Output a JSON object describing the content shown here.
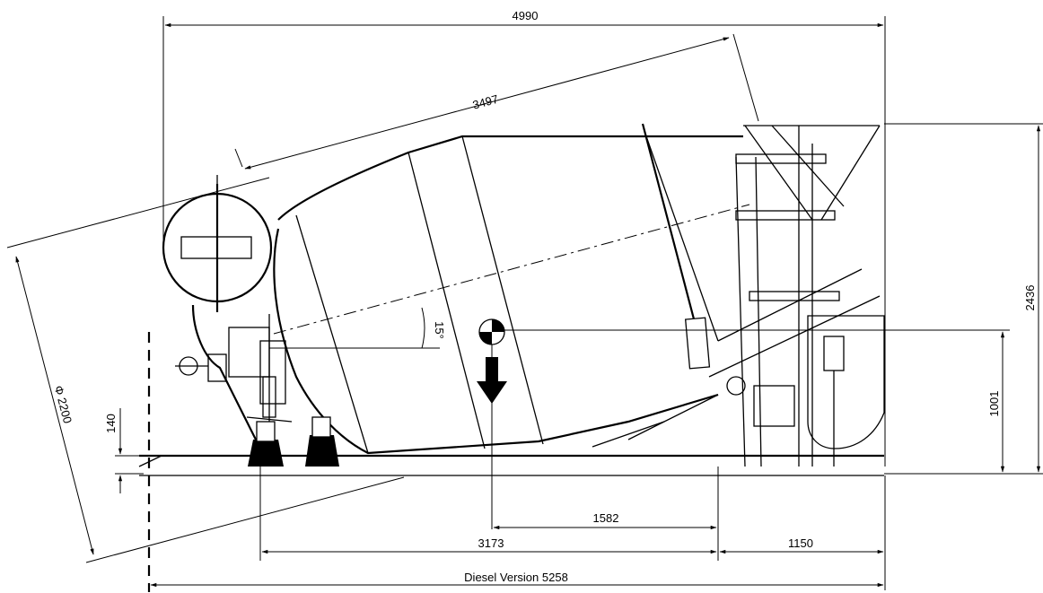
{
  "drawing": {
    "dimensions": {
      "overall_width": "4990",
      "drum_length": "3497",
      "drum_diameter": "Φ 2200",
      "tilt_angle": "15°",
      "total_height": "2436",
      "center_height": "1001",
      "ground_clearance": "140",
      "center_to_rear": "1582",
      "wheelbase": "3173",
      "front_overhang": "1150",
      "overall_length": "Diesel Version  5258"
    }
  }
}
